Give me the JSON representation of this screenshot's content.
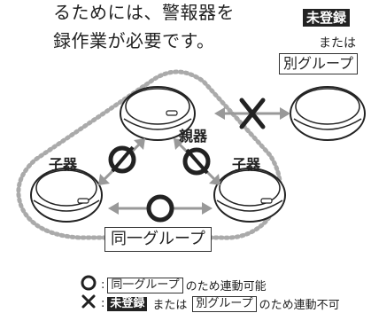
{
  "intro": {
    "line1": "るためには、警報器を",
    "line2": "録作業が必要です。"
  },
  "badges": {
    "unregistered": "未登録",
    "or": "または",
    "other_group": "別グループ",
    "same_group": "同一グループ"
  },
  "devices": {
    "parent": "親器",
    "child_left": "子器",
    "child_right": "子器"
  },
  "legend": {
    "row1_separator": ":",
    "row1_group": "同一グループ",
    "row1_text": "のため連動可能",
    "row2_separator": ":",
    "row2_unreg": "未登録",
    "row2_or": "または",
    "row2_group": "別グループ",
    "row2_text": "のため連動不可"
  }
}
